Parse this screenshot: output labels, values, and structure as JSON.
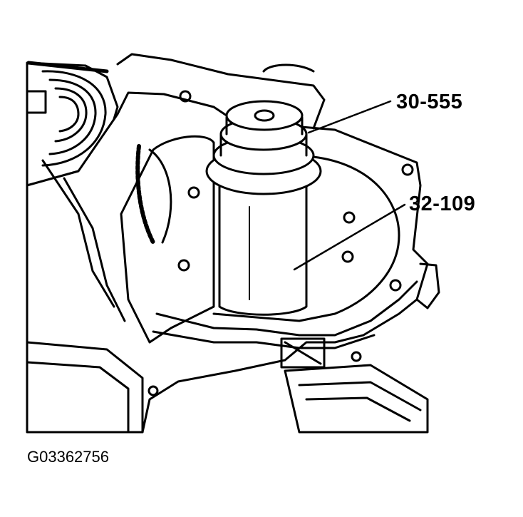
{
  "callouts": {
    "tool_upper": "30-555",
    "tool_lower": "32-109"
  },
  "figure_id": "G03362756",
  "colors": {
    "line": "#000000",
    "background": "#ffffff"
  }
}
